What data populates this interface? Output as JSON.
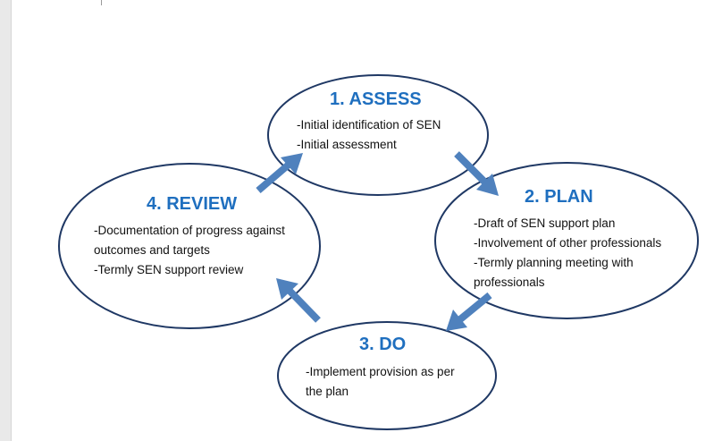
{
  "colors": {
    "ellipse_stroke": "#1f3864",
    "arrow": "#4f81bd",
    "title": "#1f6fbf",
    "text": "#111111"
  },
  "stages": {
    "assess": {
      "title": "1. ASSESS",
      "items": [
        "-Initial identification of SEN",
        "-Initial assessment"
      ]
    },
    "plan": {
      "title": "2. PLAN",
      "items": [
        "-Draft of SEN support plan",
        "-Involvement of other professionals",
        "-Termly planning meeting with professionals"
      ]
    },
    "do": {
      "title": "3. DO",
      "items": [
        "-Implement provision as per the plan"
      ]
    },
    "review": {
      "title": "4. REVIEW",
      "items": [
        "-Documentation of progress against outcomes and targets",
        "-Termly SEN support review"
      ]
    }
  }
}
